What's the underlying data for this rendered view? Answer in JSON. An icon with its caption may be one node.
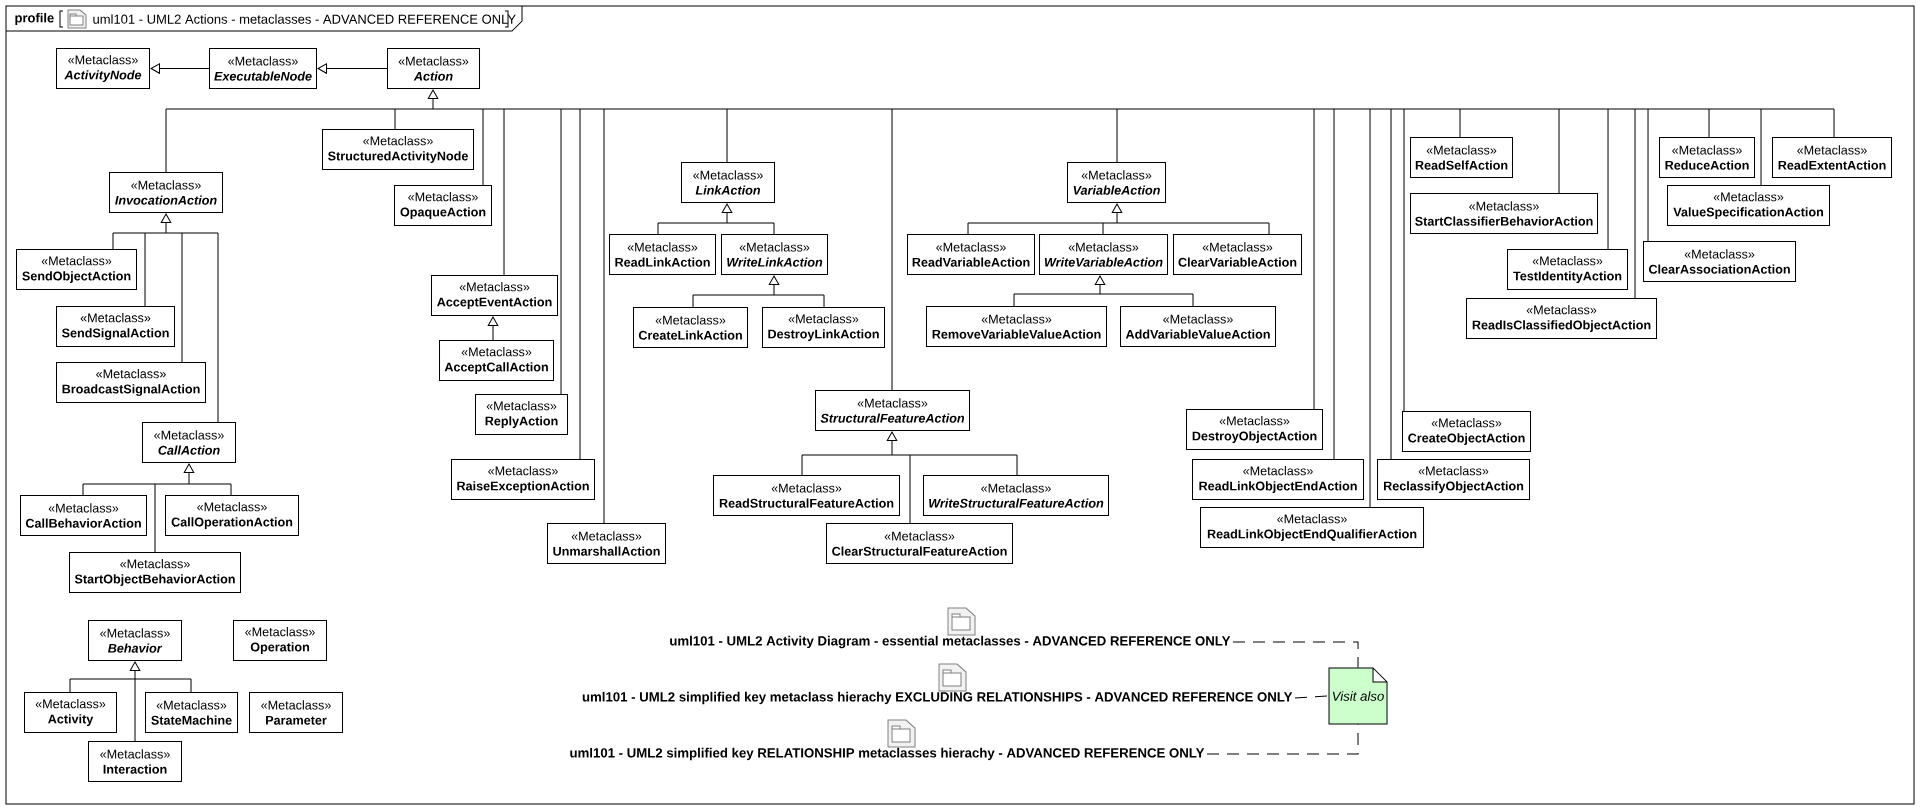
{
  "diagram": {
    "title": "uml101 - UML2 Actions - metaclasses - ADVANCED REFERENCE ONLY",
    "nodes": [
      {
        "text": [
          "«Metaclass»",
          "*ActivityNode*"
        ]
      },
      {
        "text": [
          "«Metaclass»",
          "*ExecutableNode*"
        ]
      },
      {
        "text": [
          "«Metaclass»",
          "*Action*"
        ]
      },
      {
        "text": [
          "«Metaclass»",
          "StructuredActivityNode"
        ]
      },
      {
        "text": [
          "«Metaclass»",
          "*InvocationAction*"
        ]
      },
      {
        "text": [
          "«Metaclass»",
          "OpaqueAction"
        ]
      },
      {
        "text": [
          "«Metaclass»",
          "SendObjectAction"
        ]
      },
      {
        "text": [
          "«Metaclass»",
          "SendSignalAction"
        ]
      },
      {
        "text": [
          "«Metaclass»",
          "BroadcastSignalAction"
        ]
      },
      {
        "text": [
          "«Metaclass»",
          "*CallAction*"
        ]
      },
      {
        "text": [
          "«Metaclass»",
          "CallBehaviorAction"
        ]
      },
      {
        "text": [
          "«Metaclass»",
          "CallOperationAction"
        ]
      },
      {
        "text": [
          "«Metaclass»",
          "StartObjectBehaviorAction"
        ]
      },
      {
        "text": [
          "«Metaclass»",
          "AcceptEventAction"
        ]
      },
      {
        "text": [
          "«Metaclass»",
          "AcceptCallAction"
        ]
      },
      {
        "text": [
          "«Metaclass»",
          "ReplyAction"
        ]
      },
      {
        "text": [
          "«Metaclass»",
          "RaiseExceptionAction"
        ]
      },
      {
        "text": [
          "«Metaclass»",
          "UnmarshallAction"
        ]
      },
      {
        "text": [
          "«Metaclass»",
          "*LinkAction*"
        ]
      },
      {
        "text": [
          "«Metaclass»",
          "ReadLinkAction"
        ]
      },
      {
        "text": [
          "«Metaclass»",
          "*WriteLinkAction*"
        ]
      },
      {
        "text": [
          "«Metaclass»",
          "CreateLinkAction"
        ]
      },
      {
        "text": [
          "«Metaclass»",
          "DestroyLinkAction"
        ]
      },
      {
        "text": [
          "«Metaclass»",
          "*StructuralFeatureAction*"
        ]
      },
      {
        "text": [
          "«Metaclass»",
          "ReadStructuralFeatureAction"
        ]
      },
      {
        "text": [
          "«Metaclass»",
          "*WriteStructuralFeatureAction*"
        ]
      },
      {
        "text": [
          "«Metaclass»",
          "ClearStructuralFeatureAction"
        ]
      },
      {
        "text": [
          "«Metaclass»",
          "*VariableAction*"
        ]
      },
      {
        "text": [
          "«Metaclass»",
          "ReadVariableAction"
        ]
      },
      {
        "text": [
          "«Metaclass»",
          "*WriteVariableAction*"
        ]
      },
      {
        "text": [
          "«Metaclass»",
          "ClearVariableAction"
        ]
      },
      {
        "text": [
          "«Metaclass»",
          "RemoveVariableValueAction"
        ]
      },
      {
        "text": [
          "«Metaclass»",
          "AddVariableValueAction"
        ]
      },
      {
        "text": [
          "«Metaclass»",
          "DestroyObjectAction"
        ]
      },
      {
        "text": [
          "«Metaclass»",
          "ReadLinkObjectEndAction"
        ]
      },
      {
        "text": [
          "«Metaclass»",
          "ReadLinkObjectEndQualifierAction"
        ]
      },
      {
        "text": [
          "«Metaclass»",
          "CreateObjectAction"
        ]
      },
      {
        "text": [
          "«Metaclass»",
          "ReclassifyObjectAction"
        ]
      },
      {
        "text": [
          "«Metaclass»",
          "ReadSelfAction"
        ]
      },
      {
        "text": [
          "«Metaclass»",
          "StartClassifierBehaviorAction"
        ]
      },
      {
        "text": [
          "«Metaclass»",
          "TestIdentityAction"
        ]
      },
      {
        "text": [
          "«Metaclass»",
          "ReadIsClassifiedObjectAction"
        ]
      },
      {
        "text": [
          "«Metaclass»",
          "ReduceAction"
        ]
      },
      {
        "text": [
          "«Metaclass»",
          "ValueSpecificationAction"
        ]
      },
      {
        "text": [
          "«Metaclass»",
          "ClearAssociationAction"
        ]
      },
      {
        "text": [
          "«Metaclass»",
          "ReadExtentAction"
        ]
      },
      {
        "text": [
          "«Metaclass»",
          "*Behavior*"
        ]
      },
      {
        "text": [
          "«Metaclass»",
          "Operation"
        ]
      },
      {
        "text": [
          "«Metaclass»",
          "Activity"
        ]
      },
      {
        "text": [
          "«Metaclass»",
          "StateMachine"
        ]
      },
      {
        "text": [
          "«Metaclass»",
          "Parameter"
        ]
      },
      {
        "text": [
          "«Metaclass»",
          "Interaction"
        ]
      },
      {
        "text": [
          "uml101 - UML2 Activity Diagram - essential metaclasses - ADVANCED REFERENCE ONLY"
        ]
      },
      {
        "text": [
          "uml101 - UML2 simplified key metaclass hierachy EXCLUDING RELATIONSHIPS - ADVANCED REFERENCE ONLY"
        ]
      },
      {
        "text": [
          "uml101 - UML2 simplified key RELATIONSHIP metaclasses hierachy - ADVANCED REFERENCE ONLY"
        ]
      },
      {
        "text": [
          "Visit also"
        ]
      }
    ],
    "edges": [
      {
        "from": 1,
        "to": 0,
        "arrow": "to"
      },
      {
        "from": 2,
        "to": 1,
        "arrow": "to"
      },
      {
        "from": 3,
        "to": 2,
        "arrow": "to"
      },
      {
        "from": 4,
        "to": 2,
        "arrow": "to"
      },
      {
        "from": 5,
        "to": 2,
        "arrow": "to"
      },
      {
        "from": 13,
        "to": 2,
        "arrow": "to"
      },
      {
        "from": 15,
        "to": 2,
        "arrow": "to"
      },
      {
        "from": 16,
        "to": 2,
        "arrow": "to"
      },
      {
        "from": 17,
        "to": 2,
        "arrow": "to"
      },
      {
        "from": 18,
        "to": 2,
        "arrow": "to"
      },
      {
        "from": 23,
        "to": 2,
        "arrow": "to"
      },
      {
        "from": 27,
        "to": 2,
        "arrow": "to"
      },
      {
        "from": 33,
        "to": 2,
        "arrow": "to"
      },
      {
        "from": 34,
        "to": 2,
        "arrow": "to"
      },
      {
        "from": 35,
        "to": 2,
        "arrow": "to"
      },
      {
        "from": 36,
        "to": 2,
        "arrow": "to"
      },
      {
        "from": 37,
        "to": 2,
        "arrow": "to"
      },
      {
        "from": 38,
        "to": 2,
        "arrow": "to"
      },
      {
        "from": 39,
        "to": 2,
        "arrow": "to"
      },
      {
        "from": 40,
        "to": 2,
        "arrow": "to"
      },
      {
        "from": 41,
        "to": 2,
        "arrow": "to"
      },
      {
        "from": 42,
        "to": 2,
        "arrow": "to"
      },
      {
        "from": 43,
        "to": 2,
        "arrow": "to"
      },
      {
        "from": 44,
        "to": 2,
        "arrow": "to"
      },
      {
        "from": 45,
        "to": 2,
        "arrow": "to"
      },
      {
        "from": 6,
        "to": 4,
        "arrow": "to"
      },
      {
        "from": 7,
        "to": 4,
        "arrow": "to"
      },
      {
        "from": 8,
        "to": 4,
        "arrow": "to"
      },
      {
        "from": 9,
        "to": 4,
        "arrow": "to"
      },
      {
        "from": 10,
        "to": 9,
        "arrow": "to"
      },
      {
        "from": 11,
        "to": 9,
        "arrow": "to"
      },
      {
        "from": 12,
        "to": 9,
        "arrow": "to"
      },
      {
        "from": 14,
        "to": 13,
        "arrow": "to"
      },
      {
        "from": 19,
        "to": 18,
        "arrow": "to"
      },
      {
        "from": 20,
        "to": 18,
        "arrow": "to"
      },
      {
        "from": 21,
        "to": 20,
        "arrow": "to"
      },
      {
        "from": 22,
        "to": 20,
        "arrow": "to"
      },
      {
        "from": 24,
        "to": 23,
        "arrow": "to"
      },
      {
        "from": 25,
        "to": 23,
        "arrow": "to"
      },
      {
        "from": 26,
        "to": 23,
        "arrow": "to"
      },
      {
        "from": 28,
        "to": 27,
        "arrow": "to"
      },
      {
        "from": 29,
        "to": 27,
        "arrow": "to"
      },
      {
        "from": 30,
        "to": 27,
        "arrow": "to"
      },
      {
        "from": 31,
        "to": 29,
        "arrow": "to"
      },
      {
        "from": 32,
        "to": 29,
        "arrow": "to"
      },
      {
        "from": 48,
        "to": 46,
        "arrow": "to"
      },
      {
        "from": 49,
        "to": 46,
        "arrow": "to"
      },
      {
        "from": 51,
        "to": 46,
        "arrow": "to"
      },
      {
        "from": 52,
        "to": 55,
        "arrow": "none",
        "style": "dashed"
      },
      {
        "from": 53,
        "to": 55,
        "arrow": "none",
        "style": "dashed"
      },
      {
        "from": 54,
        "to": 55,
        "arrow": "none",
        "style": "dashed"
      }
    ],
    "labels": [
      "profile"
    ]
  }
}
